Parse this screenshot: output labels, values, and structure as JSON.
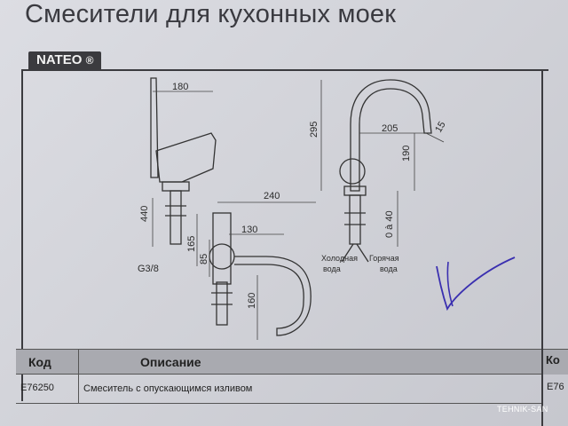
{
  "header": {
    "title": "Смесители для  кухонных моек"
  },
  "brand": {
    "name": "NATEO",
    "reg_mark": "®"
  },
  "dimensions": {
    "width_180": "180",
    "height_440": "440",
    "thread": "G3/8",
    "depth_240": "240",
    "height_165": "165",
    "reach_130": "130",
    "height_85": "85",
    "height_160": "160",
    "height_295": "295",
    "reach_205": "205",
    "height_190": "190",
    "angle_15": "15",
    "range_0_40": "0 à 40"
  },
  "labels": {
    "cold": "Холодная вода",
    "hot": "Горячая вода"
  },
  "table": {
    "headers": {
      "code": "Код",
      "description": "Описание"
    },
    "rows": [
      {
        "code": "E76250",
        "description": "Смеситель с опускающимся изливом"
      }
    ],
    "next_panel_code_header": "Ко",
    "next_panel_row": "E76"
  },
  "watermark": "TEHNIK-SAN",
  "colors": {
    "paper": "#d6d7dd",
    "ink": "#2b2b2b",
    "handwriting": "#3a2fb0"
  }
}
